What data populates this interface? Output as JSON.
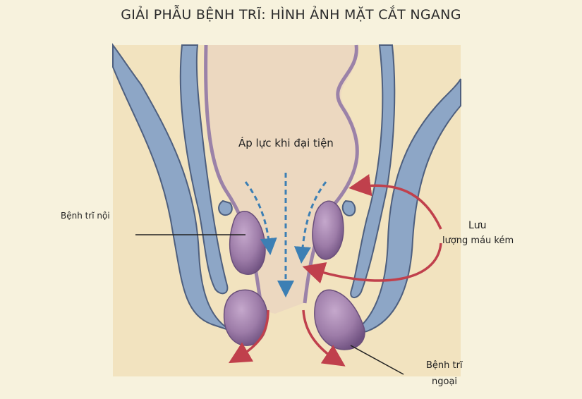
{
  "title": "GIẢI PHẪU BỆNH TRĨ: HÌNH ẢNH MẶT CẮT NGANG",
  "labels": {
    "pressure": "Áp lực khi đại tiện",
    "internal": "Bệnh trĩ nội",
    "flow_line1": "Lưu",
    "flow_line2": "lượng máu kém",
    "external_line1": "Bệnh trĩ",
    "external_line2": "ngoại"
  },
  "colors": {
    "background": "#f7f2dd",
    "tissue": "#f2e3bf",
    "muscle": "#8da6c6",
    "muscle_outline": "#4e5f7e",
    "canal": "#ecd8c0",
    "canal_wall": "#9b82a8",
    "hemorrhoid": "#9b7aa6",
    "pressure_arrow": "#3c7fb4",
    "flow_arrow": "#c0404c"
  }
}
